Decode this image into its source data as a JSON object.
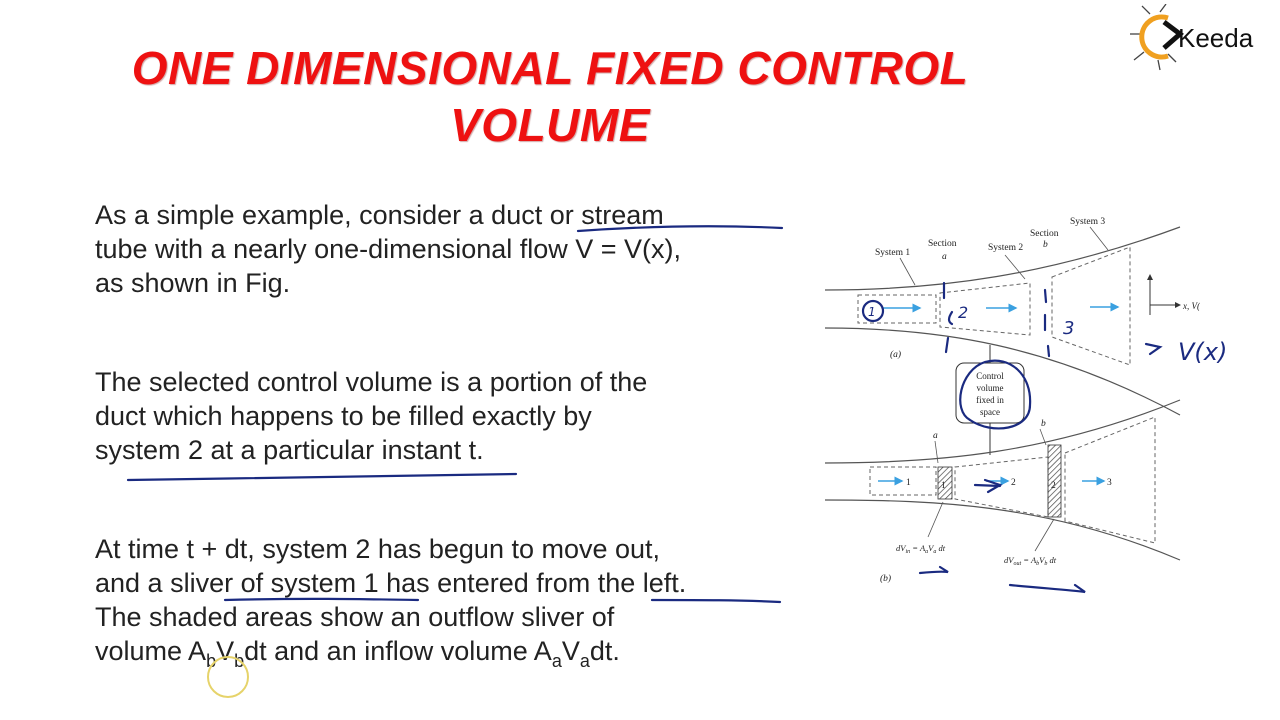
{
  "title": {
    "line1": "ONE DIMENSIONAL FIXED CONTROL",
    "line2": "VOLUME"
  },
  "logo": {
    "text": "Keeda",
    "letter_e": "E"
  },
  "paragraphs": [
    {
      "lines": [
        "As a simple example, consider a duct or stream",
        "tube with a nearly one-dimensional flow V = V(x),",
        "as shown in Fig."
      ]
    },
    {
      "lines": [
        "The selected control volume is a portion of the",
        "duct which happens to be filled exactly by",
        "system 2 at a particular instant t."
      ]
    },
    {
      "line1": "At time t + dt, system 2 has begun to move out,",
      "line2": "and a sliver of system 1 has entered from the left.",
      "line3": "The shaded areas show an outflow sliver of",
      "line4_a": "volume A",
      "sub_b1": "b",
      "line4_b": "V",
      "sub_b2": "b",
      "line4_c": "dt and an inflow volume A",
      "sub_a1": "a",
      "line4_d": "V",
      "sub_a2": "a",
      "line4_e": "dt."
    }
  ],
  "figure": {
    "top_labels": {
      "system1": "System 1",
      "section_a": "Section",
      "a": "a",
      "system2": "System 2",
      "section_b": "Section",
      "b": "b",
      "system3": "System 3",
      "axis": "x, V(x)",
      "part_a": "(a)"
    },
    "callout": [
      "Control",
      "volume",
      "fixed in",
      "space"
    ],
    "bottom_labels": {
      "a": "a",
      "b": "b",
      "n1": "1",
      "n1s": "1",
      "n2": "2",
      "n2s": "2",
      "n3": "3",
      "dvin": "dV",
      "dvin_sub": "in",
      "dvin_rest": " = A",
      "dvin_a": "a",
      "dvin_v": "V",
      "dvin_va": "a",
      "dvin_dt": " dt",
      "dvout": "dV",
      "dvout_sub": "out",
      "dvout_rest": " = A",
      "dvout_b": "b",
      "dvout_v": "V",
      "dvout_vb": "b",
      "dvout_dt": " dt",
      "part_b": "(b)"
    }
  },
  "handwriting": {
    "n1": "1",
    "n2": "2",
    "n3": "3",
    "vx": "V(x)"
  },
  "colors": {
    "title": "#ee1111",
    "ink": "#1a2a80",
    "flow_arrow": "#3aa0e0",
    "logo_orange": "#f0a020"
  }
}
